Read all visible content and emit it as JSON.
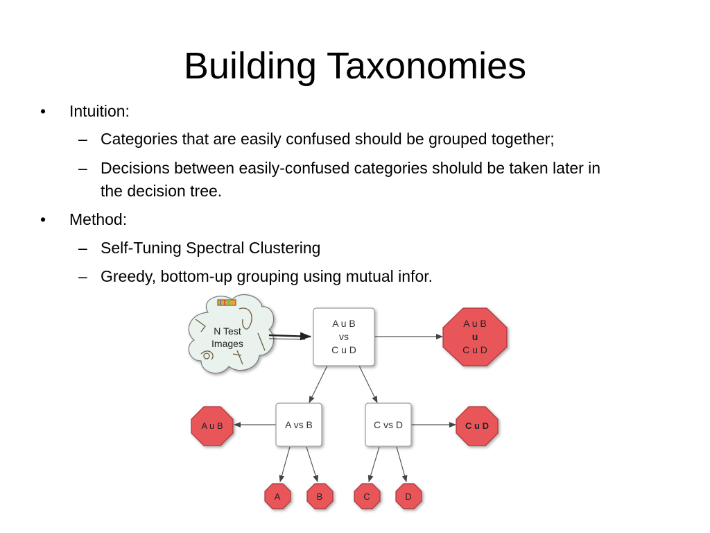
{
  "slide": {
    "title": "Building Taxonomies",
    "bullets": [
      {
        "bullet_char": "•",
        "text": "Intuition:",
        "children": [
          {
            "dash_char": "–",
            "text": "Categories that are easily confused should be grouped together;"
          },
          {
            "dash_char": "–",
            "text_line1": "Decisions between easily-confused categories sholuld be taken later in",
            "text_line2": "the decision tree."
          }
        ]
      },
      {
        "bullet_char": "•",
        "text": "Method:",
        "children": [
          {
            "dash_char": "–",
            "text": "Self-Tuning Spectral Clustering"
          },
          {
            "dash_char": "–",
            "text": "Greedy, bottom-up grouping using mutual infor."
          }
        ]
      }
    ]
  },
  "diagram": {
    "test_images": {
      "line1": "N Test",
      "line2": "Images"
    },
    "root": {
      "line1": "A u B",
      "line2": "vs",
      "line3": "C u D"
    },
    "root_leaf": {
      "line1": "A u B",
      "line2": "u",
      "line3": "C u D"
    },
    "left_node": {
      "label": "A vs B"
    },
    "right_node": {
      "label": "C vs D"
    },
    "left_leaf": {
      "label": "A u B"
    },
    "right_leaf": {
      "label": "C u D"
    },
    "leaves": [
      "A",
      "B",
      "C",
      "D"
    ],
    "colors": {
      "octagon_fill": "#e8575a",
      "octagon_stroke": "#a73437",
      "box_fill": "#ffffff",
      "box_stroke": "#9a9a9a",
      "arrow": "#555555",
      "cloud_fill": "#e9f2ec"
    }
  }
}
